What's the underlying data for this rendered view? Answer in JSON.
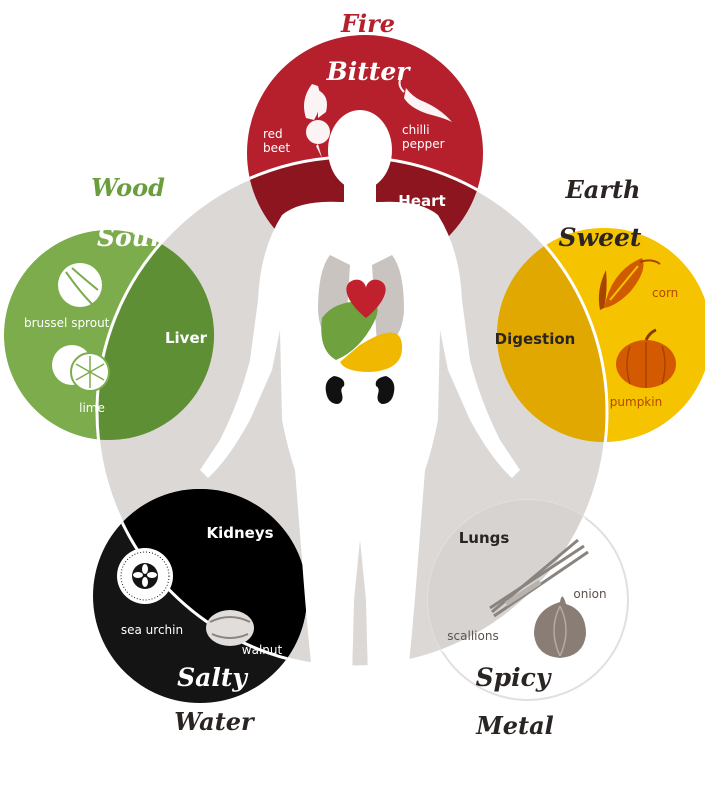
{
  "colors": {
    "fire": "#b5202c",
    "wood": "#6a9e3c",
    "earth": "#f0b800",
    "water": "#111111",
    "metal": "#ffffff",
    "organ_ring": "#d9d5d2",
    "element_dark": "#2a2422"
  },
  "elements": {
    "fire": {
      "element": "Fire",
      "taste": "Bitter",
      "organ": "Heart",
      "foods": [
        "red\nbeet",
        "chilli\npepper"
      ],
      "icons": [
        "beet-icon",
        "chilli-pepper-icon"
      ]
    },
    "wood": {
      "element": "Wood",
      "taste": "Sour",
      "organ": "Liver",
      "foods": [
        "brussel sprout",
        "lime"
      ],
      "icons": [
        "brussel-sprout-icon",
        "lime-icon"
      ]
    },
    "earth": {
      "element": "Earth",
      "taste": "Sweet",
      "organ": "Digestion",
      "foods": [
        "corn",
        "pumpkin"
      ],
      "icons": [
        "corn-icon",
        "pumpkin-icon"
      ]
    },
    "water": {
      "element": "Water",
      "taste": "Salty",
      "organ": "Kidneys",
      "foods": [
        "sea urchin",
        "walnut"
      ],
      "icons": [
        "sea-urchin-icon",
        "walnut-icon"
      ]
    },
    "metal": {
      "element": "Metal",
      "taste": "Spicy",
      "organ": "Lungs",
      "foods": [
        "scallions",
        "onion"
      ],
      "icons": [
        "scallions-icon",
        "onion-icon"
      ]
    }
  },
  "body_icons": [
    "human-silhouette-icon",
    "heart-organ-icon",
    "lungs-icon",
    "liver-icon",
    "stomach-icon",
    "kidneys-icon"
  ]
}
